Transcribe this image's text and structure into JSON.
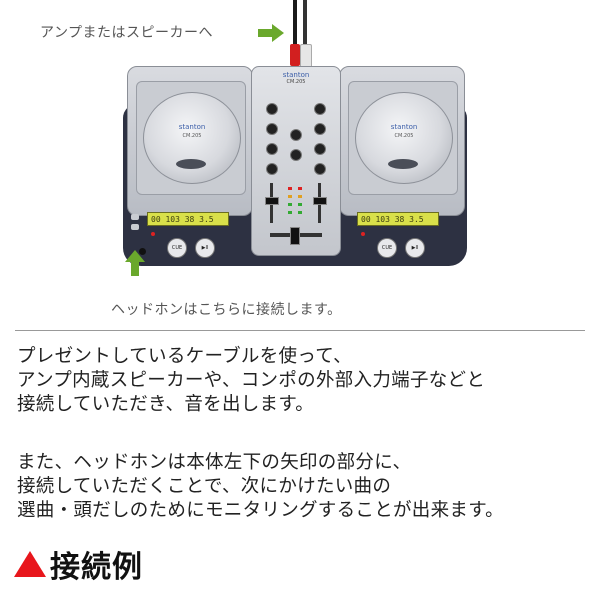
{
  "diagram": {
    "caption_top": "アンプまたはスピーカーへ",
    "caption_bottom": "ヘッドホンはこちらに接続します。",
    "brand": "stanton",
    "mixer_model": "CM.205",
    "deck_model": "CM.205",
    "lcd_left": "00 103 38 3.5",
    "lcd_right": "00 103 38 3.5",
    "cue_label": "CUE",
    "play_label": "▶II",
    "arrow_color": "#6aa82c",
    "body_color": "#2d3142"
  },
  "text": {
    "paragraph1": [
      "プレゼントしているケーブルを使って、",
      "アンプ内蔵スピーカーや、コンポの外部入力端子などと",
      "接続していただき、音を出します。"
    ],
    "paragraph2": [
      "また、ヘッドホンは本体左下の矢印の部分に、",
      "接続していただくことで、次にかけたい曲の",
      "選曲・頭だしのためにモニタリングすることが出来ます。"
    ]
  },
  "section": {
    "title": "接続例",
    "marker_color": "#e8161c"
  }
}
